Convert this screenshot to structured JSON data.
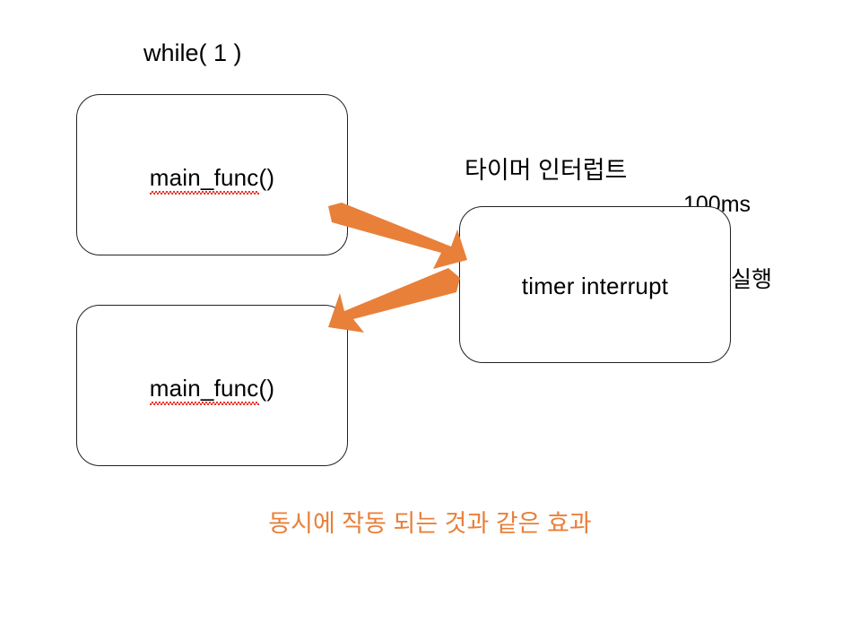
{
  "diagram": {
    "title_caption": "while( 1 )",
    "boxes": [
      {
        "name": "main_func_top",
        "label_main": "main_func",
        "label_tail": "()"
      },
      {
        "name": "main_func_bottom",
        "label_main": "main_func",
        "label_tail": "()"
      },
      {
        "name": "timer_interrupt",
        "label": "timer interrupt"
      }
    ],
    "captions": {
      "while_loop": "while( 1 )",
      "timer_korean": "타이머 인터럽트",
      "period_line1": "100ms",
      "period_line2": "마다 실행",
      "effect": "동시에 작동 되는 것과 같은 효과"
    },
    "arrows": [
      {
        "name": "arrow-to-timer",
        "direction": "down-right",
        "from": "main_func_top",
        "to": "timer_interrupt"
      },
      {
        "name": "arrow-to-mainfunc",
        "direction": "down-left",
        "from": "timer_interrupt",
        "to": "main_func_bottom"
      }
    ],
    "colors": {
      "accent_orange": "#e8803a",
      "box_border": "#222222",
      "background": "#ffffff",
      "spellcheck_red": "#e8352a",
      "text": "#000000"
    }
  }
}
